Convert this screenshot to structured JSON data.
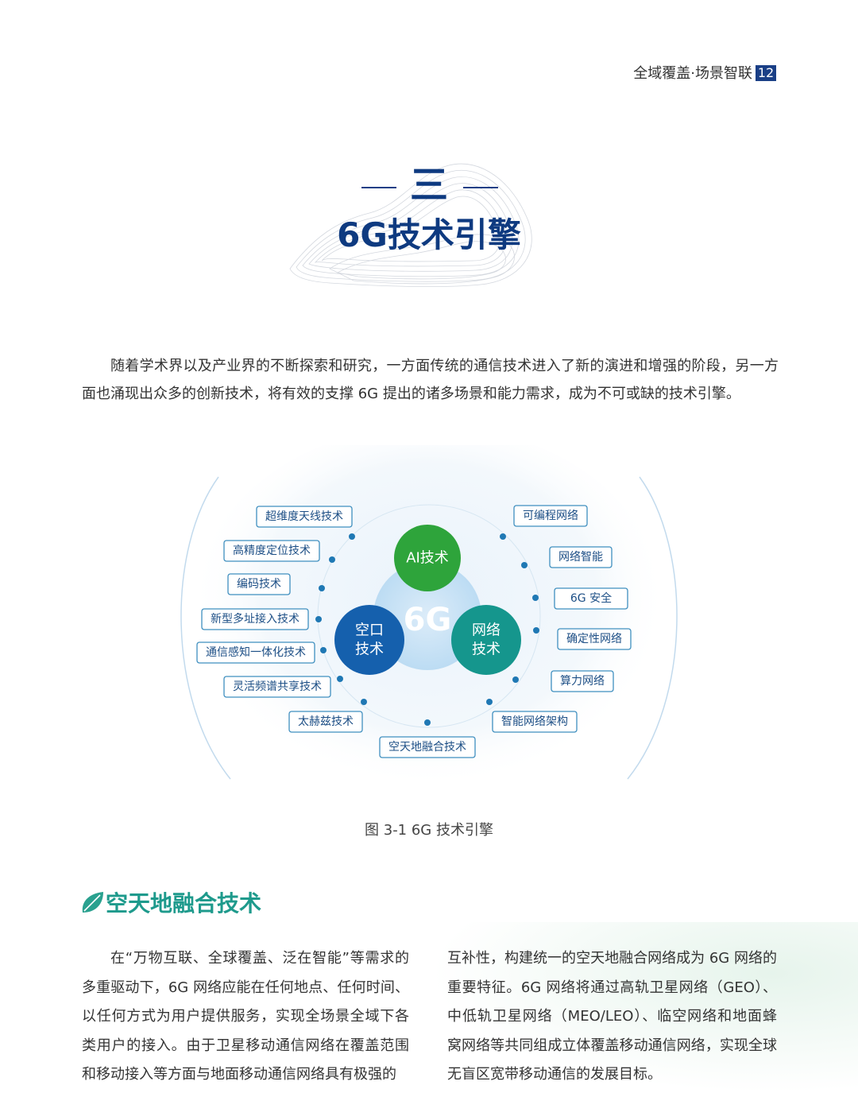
{
  "header": {
    "running_title": "全域覆盖·场景智联",
    "page_number": "12"
  },
  "section": {
    "numeral": "三",
    "title": "6G技术引擎"
  },
  "intro_paragraph": "随着学术界以及产业界的不断探索和研究，一方面传统的通信技术进入了新的演进和增强的阶段，另一方面也涌现出众多的创新技术，将有效的支撑 6G 提出的诸多场景和能力需求，成为不可或缺的技术引擎。",
  "diagram": {
    "center_label": "6G",
    "core_nodes": [
      {
        "label": "AI技术",
        "color": "#2ea43b"
      },
      {
        "label": "空口\n技术",
        "color": "#1560ad"
      },
      {
        "label": "网络\n技术",
        "color": "#15968d"
      }
    ],
    "left_items": [
      "超维度天线技术",
      "高精度定位技术",
      "编码技术",
      "新型多址接入技术",
      "通信感知一体化技术",
      "灵活频谱共享技术",
      "太赫兹技术"
    ],
    "bottom_item": "空天地融合技术",
    "right_items": [
      "可编程网络",
      "网络智能",
      "6G 安全",
      "确定性网络",
      "算力网络",
      "智能网络架构"
    ],
    "colors": {
      "box_border": "#3f8fbf",
      "dot": "#1f78b4",
      "text": "#1d4f86"
    }
  },
  "figure_caption": "图 3-1 6G 技术引擎",
  "subsection": {
    "title": "空天地融合技术"
  },
  "body": {
    "left_column": "在“万物互联、全球覆盖、泛在智能”等需求的多重驱动下，6G 网络应能在任何地点、任何时间、以任何方式为用户提供服务，实现全场景全域下各类用户的接入。由于卫星移动通信网络在覆盖范围和移动接入等方面与地面移动通信网络具有极强的",
    "right_column": "互补性，构建统一的空天地融合网络成为 6G 网络的重要特征。6G 网络将通过高轨卫星网络（GEO）、中低轨卫星网络（MEO/LEO）、临空网络和地面蜂窝网络等共同组成立体覆盖移动通信网络，实现全球无盲区宽带移动通信的发展目标。"
  }
}
